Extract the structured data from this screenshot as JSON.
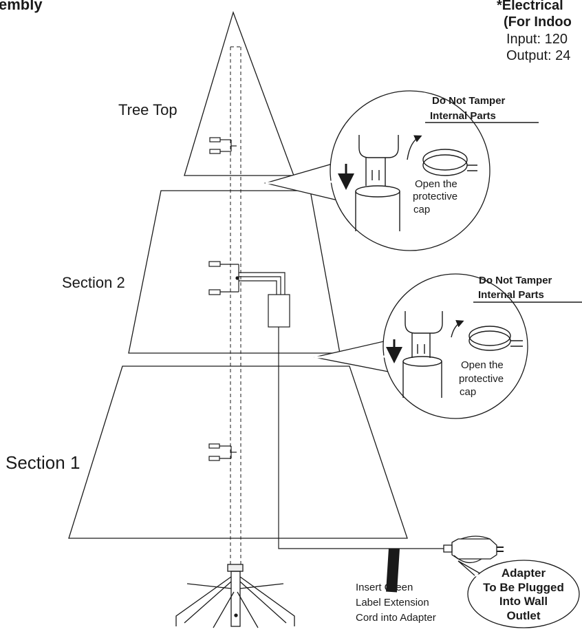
{
  "header": {
    "title_fragment": "embly",
    "electrical_line1": "*Electrical",
    "electrical_line2": "(For Indoo",
    "input_line": "Input: 120",
    "output_line": "Output: 24"
  },
  "sections": {
    "tree_top": "Tree Top",
    "section_2": "Section 2",
    "section_1": "Section 1"
  },
  "warnings": [
    {
      "line1": "Do Not Tamper",
      "line2": "Internal Parts"
    },
    {
      "line1": "Do Not Tamper",
      "line2": "Internal Parts"
    }
  ],
  "callouts": [
    {
      "line1": "Open the",
      "line2": "protective",
      "line3": "cap"
    },
    {
      "line1": "Open the",
      "line2": "protective",
      "line3": "cap"
    }
  ],
  "extension_note": {
    "line1": "Insert Green",
    "line2": "Label Extension",
    "line3": "Cord into Adapter"
  },
  "adapter_bubble": {
    "line1": "Adapter",
    "line2": "To Be Plugged",
    "line3": "Into Wall",
    "line4": "Outlet"
  },
  "colors": {
    "ink": "#1a1a1a",
    "background": "#ffffff"
  }
}
